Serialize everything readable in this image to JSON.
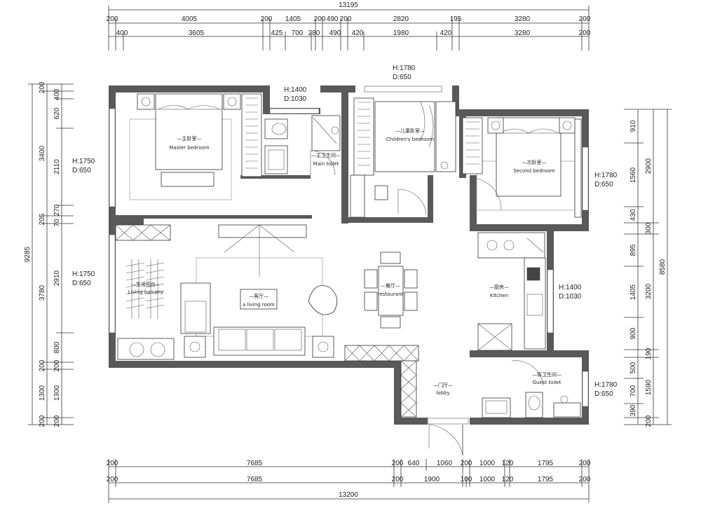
{
  "dims": {
    "top_total": "13195",
    "top_row1": [
      "200",
      "4005",
      "200",
      "1405",
      "200",
      "490",
      "200",
      "2820",
      "195",
      "3280",
      "200"
    ],
    "top_row2": [
      "400",
      "3605",
      "425",
      "700",
      "280",
      "490",
      "420",
      "1980",
      "420",
      "3280",
      "200"
    ],
    "bottom_total": "13200",
    "bottom_row1": [
      "200",
      "7685",
      "200",
      "640",
      "1060",
      "200",
      "1000",
      "120",
      "1795",
      "200"
    ],
    "bottom_row2": [
      "200",
      "7685",
      "200",
      "1900",
      "100",
      "1000",
      "120",
      "1795",
      "200"
    ],
    "left_total": "9285",
    "left_row1": [
      "200",
      "3400",
      "205",
      "3780",
      "200",
      "1300",
      "200"
    ],
    "left_row2": [
      "400",
      "620",
      "2110",
      "270",
      "70",
      "2910",
      "800",
      "200",
      "1300",
      "200"
    ],
    "right_total": "8580",
    "right_row1": [
      "2900",
      "300",
      "3200",
      "190",
      "1590",
      "200"
    ],
    "right_row2": [
      "910",
      "1560",
      "430",
      "895",
      "1405",
      "900",
      "500",
      "700",
      "390"
    ]
  },
  "windows": {
    "w1": {
      "h": "H:1750",
      "d": "D:650"
    },
    "w2": {
      "h": "H:1400",
      "d": "D:1030"
    },
    "w3": {
      "h": "H:1780",
      "d": "D:650"
    },
    "w4": {
      "h": "H:1780",
      "d": "D:650"
    },
    "w5": {
      "h": "H:1750",
      "d": "D:650"
    },
    "w6": {
      "h": "H:1400",
      "d": "D:1030"
    },
    "w7": {
      "h": "H:1780",
      "d": "D:650"
    }
  },
  "rooms": {
    "master": {
      "cn": "—主卧室—",
      "en": "Master bedroom"
    },
    "main_toilet": {
      "cn": "—主卫生间—",
      "en": "Main toilet"
    },
    "children": {
      "cn": "—儿童卧室—",
      "en": "Children's bedroom"
    },
    "second": {
      "cn": "—次卧室—",
      "en": "Second bedroom"
    },
    "living": {
      "cn": "—客厅—",
      "en": "a living room"
    },
    "restaurant": {
      "cn": "—餐厅—",
      "en": "restaurant"
    },
    "kitchen": {
      "cn": "—厨房—",
      "en": "Kitchen"
    },
    "guest_toilet": {
      "cn": "—客卫生间—",
      "en": "Guest toilet"
    },
    "lobby": {
      "cn": "—门厅—",
      "en": "lobby"
    },
    "balcony": {
      "cn": "—生活阳台—",
      "en": "Living balcony"
    }
  }
}
